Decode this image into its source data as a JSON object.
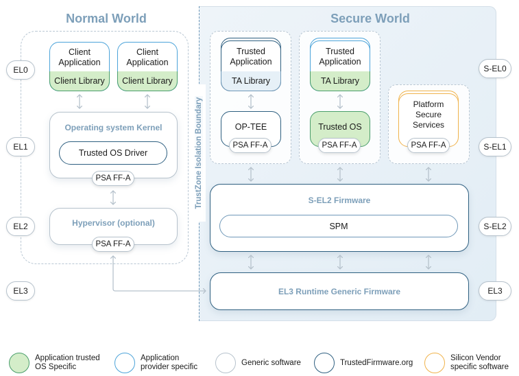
{
  "titles": {
    "normal_world": "Normal World",
    "secure_world": "Secure World",
    "boundary": "TrustZone Isolation Boundary"
  },
  "exception_levels": {
    "normal": [
      "EL0",
      "EL1",
      "EL2",
      "EL3"
    ],
    "secure": [
      "S-EL0",
      "S-EL1",
      "S-EL2",
      "EL3"
    ]
  },
  "normal_world": {
    "client_apps": [
      {
        "top": "Client Application",
        "bottom": "Client Library"
      },
      {
        "top": "Client Application",
        "bottom": "Client Library"
      }
    ],
    "kernel": {
      "title": "Operating system Kernel",
      "driver": "Trusted OS Driver",
      "interface": "PSA FF-A"
    },
    "hypervisor": {
      "title": "Hypervisor (optional)",
      "interface": "PSA FF-A"
    }
  },
  "secure_world": {
    "optee_group": {
      "ta_top": "Trusted Application",
      "ta_bottom": "TA Library",
      "os": "OP-TEE",
      "interface": "PSA FF-A"
    },
    "trusted_os_group": {
      "ta_top": "Trusted Application",
      "ta_bottom": "TA Library",
      "os": "Trusted OS",
      "interface": "PSA FF-A"
    },
    "platform_group": {
      "service": "Platform Secure Services",
      "interface": "PSA FF-A"
    },
    "sel2_firmware": {
      "title": "S-EL2 Firmware",
      "spm": "SPM"
    },
    "el3_firmware": {
      "title": "EL3 Runtime Generic Firmware"
    }
  },
  "legend": [
    {
      "label_line1": "Application trusted",
      "label_line2": "OS Specific",
      "fill": "#d4edc9",
      "stroke": "#4a9e6b"
    },
    {
      "label_line1": "Application",
      "label_line2": "provider specific",
      "fill": "#ffffff",
      "stroke": "#4ba3d9"
    },
    {
      "label_line1": "Generic software",
      "label_line2": "",
      "fill": "#ffffff",
      "stroke": "#b6c2cc"
    },
    {
      "label_line1": "TrustedFirmware.org",
      "label_line2": "",
      "fill": "#ffffff",
      "stroke": "#2e5f80"
    },
    {
      "label_line1": "Silicon Vendor",
      "label_line2": "specific software",
      "fill": "#ffffff",
      "stroke": "#f0b24a"
    }
  ],
  "colors": {
    "green_fill": "#d4edc9",
    "green_stroke": "#4a9e6b",
    "blue_stroke": "#4ba3d9",
    "generic_stroke": "#b6c2cc",
    "tf_stroke": "#2e5f80",
    "vendor_stroke": "#f0b24a",
    "title_color": "#7d9fb9"
  }
}
